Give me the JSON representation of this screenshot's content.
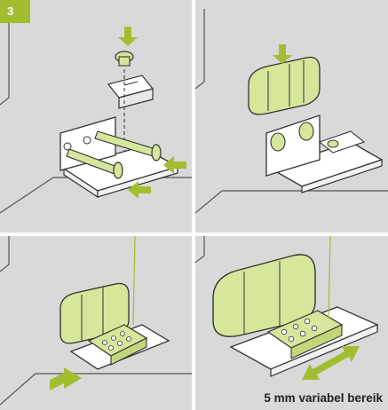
{
  "step_number": "3",
  "caption": "5 mm variabel bereik",
  "colors": {
    "accent": "#a3bd31",
    "accent_light": "#d6e69a",
    "wall": "#d9d9d9",
    "metal": "#ffffff",
    "outline": "#333333"
  },
  "panels": [
    {
      "id": "panel-1",
      "depicts": "screws-and-bracket"
    },
    {
      "id": "panel-2",
      "depicts": "cover-placement"
    },
    {
      "id": "panel-3",
      "depicts": "adjustment-slide"
    },
    {
      "id": "panel-4",
      "depicts": "variable-range"
    }
  ]
}
